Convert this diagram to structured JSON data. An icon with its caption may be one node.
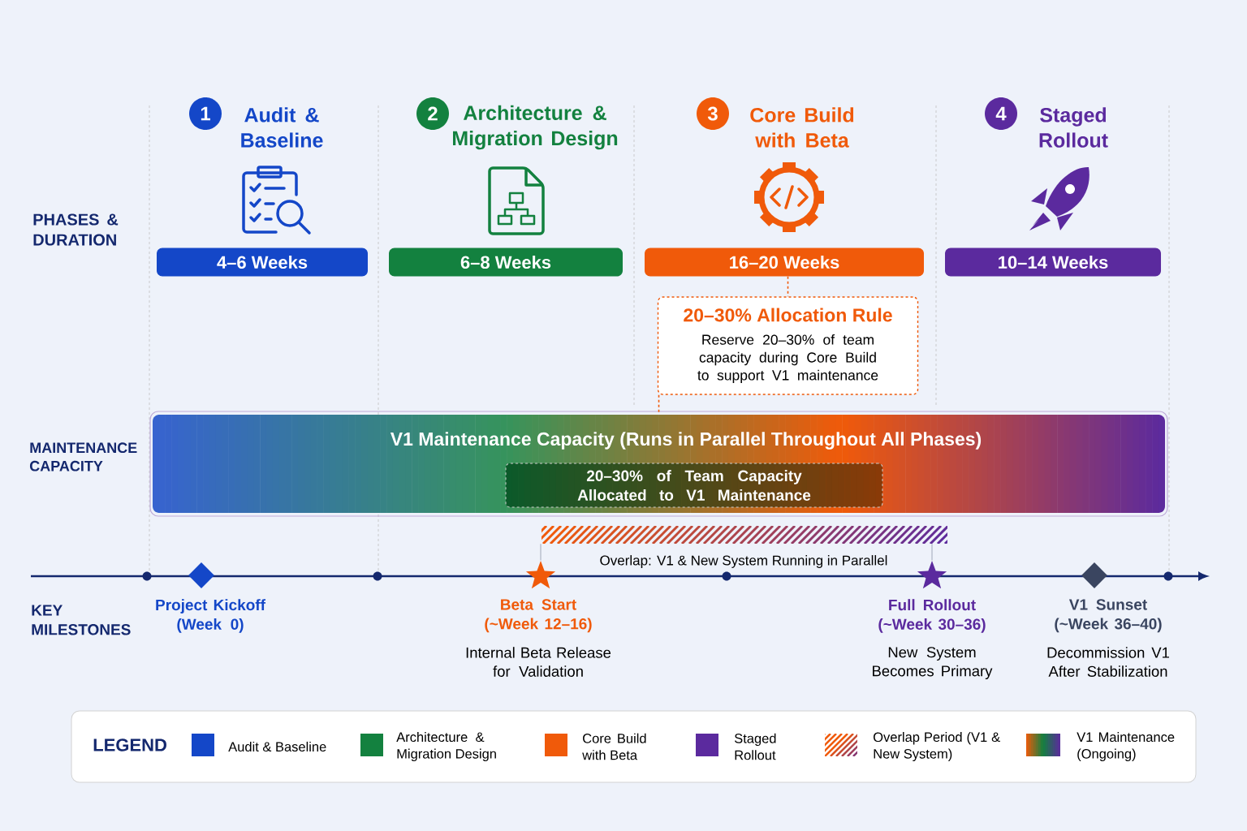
{
  "diagram": {
    "nodes": [
      {
        "text": [
          "1"
        ],
        "beside": [
          "Audit & Baseline"
        ]
      },
      {
        "text": [
          "4–6 Weeks"
        ]
      },
      {
        "text": [
          "2"
        ],
        "beside": [
          "Architecture & Migration Design"
        ]
      },
      {
        "text": [
          "6–8 Weeks"
        ]
      },
      {
        "text": [
          "3"
        ],
        "beside": [
          "Core Build with Beta"
        ]
      },
      {
        "text": [
          "16–20 Weeks"
        ]
      },
      {
        "text": [
          "4"
        ],
        "beside": [
          "Staged Rollout"
        ]
      },
      {
        "text": [
          "10–14 Weeks"
        ]
      },
      {
        "text": [
          "20–30% Allocation Rule",
          "Reserve 20–30% of team capacity during Core Build to support V1 maintenance"
        ]
      },
      {
        "text": [
          "V1 Maintenance Capacity (Runs in Parallel Throughout All Phases)"
        ]
      },
      {
        "text": [
          "20–30% of Team Capacity Allocated to V1 Maintenance"
        ],
        "in": 9
      },
      {
        "text": [],
        "shape": "bar",
        "beside": [
          "Overlap: V1 & New System Running in Parallel"
        ]
      },
      {
        "text": [],
        "shape": "diamond",
        "beside": [
          "Project Kickoff (Week 0)"
        ]
      },
      {
        "text": [],
        "shape": "star",
        "beside": [
          "Beta Start (~Week 12–16)",
          "Internal Beta Release for Validation"
        ]
      },
      {
        "text": [],
        "shape": "star",
        "beside": [
          "Full Rollout (~Week 30–36)",
          "New System Becomes Primary"
        ]
      },
      {
        "text": [],
        "shape": "diamond",
        "beside": [
          "V1 Sunset (~Week 36–40)",
          "Decommission V1 After Stabilization"
        ]
      }
    ],
    "edges": [
      {
        "from": 5,
        "to": 8,
        "arrow": "none",
        "style": "dashed",
        "color": "#f05a0a"
      },
      {
        "from": 8,
        "to": 9,
        "arrow": "none",
        "style": "dashed",
        "color": "#f05a0a"
      },
      {
        "from": 11,
        "to": 13,
        "arrow": "none",
        "color": "#a0a8b8"
      },
      {
        "from": 11,
        "to": 14,
        "arrow": "none",
        "color": "#a0a8b8"
      }
    ],
    "labels": [
      "PHASES & DURATION",
      "MAINTENANCE CAPACITY",
      "KEY MILESTONES",
      "LEGEND"
    ],
    "legend": [
      {
        "text": "Audit & Baseline",
        "color": "#1447c8"
      },
      {
        "text": "Architecture & Migration Design",
        "color": "#13813f"
      },
      {
        "text": "Core Build with Beta",
        "color": "#f05a0a"
      },
      {
        "text": "Staged Rollout",
        "color": "#5b2a9e"
      },
      {
        "text": "Overlap Period (V1 & New System)"
      },
      {
        "text": "V1 Maintenance (Ongoing)"
      }
    ]
  }
}
